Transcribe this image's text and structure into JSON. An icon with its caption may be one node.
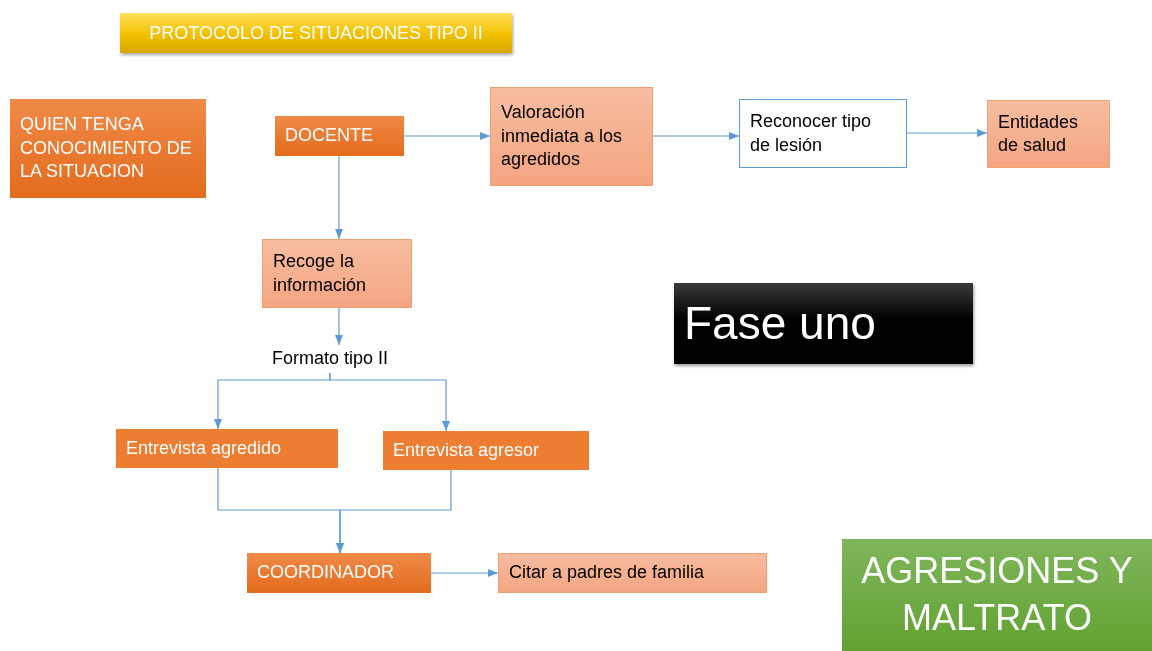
{
  "diagram": {
    "title": "PROTOCOLO DE SITUACIONES TIPO II",
    "nodes": [
      {
        "text": [
          "QUIEN TENGA CONOCIMIENTO DE LA SITUACION"
        ]
      },
      {
        "text": [
          "DOCENTE"
        ]
      },
      {
        "text": [
          "Valoración inmediata a los agredidos"
        ]
      },
      {
        "text": [
          "Reconocer tipo de lesión"
        ]
      },
      {
        "text": [
          "Entidades de salud"
        ]
      },
      {
        "text": [
          "Recoge la información"
        ]
      },
      {
        "text": [
          "Formato tipo II"
        ]
      },
      {
        "text": [
          "Entrevista agredido"
        ]
      },
      {
        "text": [
          "Entrevista agresor"
        ]
      },
      {
        "text": [
          "COORDINADOR"
        ]
      },
      {
        "text": [
          "Citar a padres de familia"
        ]
      },
      {
        "text": [
          "Fase uno"
        ]
      },
      {
        "text": [
          "AGRESIONES Y MALTRATO"
        ]
      }
    ],
    "edges": [
      {
        "from": 1,
        "to": 2,
        "arrow": "to"
      },
      {
        "from": 2,
        "to": 3,
        "arrow": "to"
      },
      {
        "from": 3,
        "to": 4,
        "arrow": "to"
      },
      {
        "from": 1,
        "to": 5,
        "arrow": "to"
      },
      {
        "from": 5,
        "to": 6,
        "arrow": "to"
      },
      {
        "from": 6,
        "to": 7,
        "arrow": "to"
      },
      {
        "from": 6,
        "to": 8,
        "arrow": "to"
      },
      {
        "from": 7,
        "to": 9,
        "arrow": "to"
      },
      {
        "from": 8,
        "to": 9,
        "arrow": "to"
      },
      {
        "from": 9,
        "to": 10,
        "arrow": "to"
      }
    ]
  }
}
